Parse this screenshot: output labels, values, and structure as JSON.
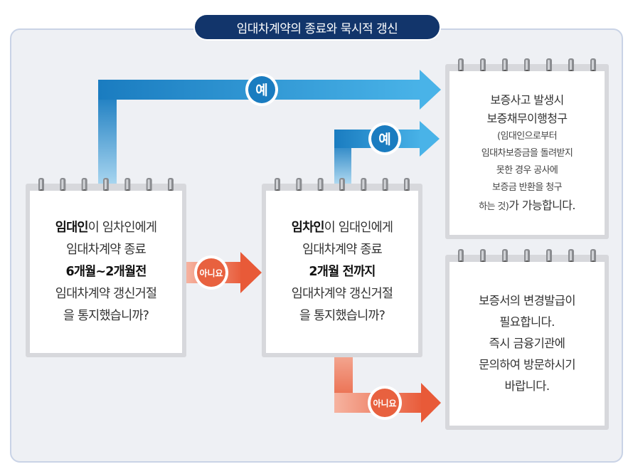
{
  "title": "임대차계약의 종료와 묵시적 갱신",
  "labels": {
    "yes": "예",
    "no": "아니요"
  },
  "box1": {
    "line1_bold": "임대인",
    "line1_rest": "이 임차인에게",
    "line2": "임대차계약 종료",
    "line3": "6개월~2개월전",
    "line4": "임대차계약 갱신거절",
    "line5": "을 통지했습니까?"
  },
  "box2": {
    "line1_bold": "임차인",
    "line1_rest": "이 임대인에게",
    "line2": "임대차계약 종료",
    "line3": "2개월 전까지",
    "line4": "임대차계약 갱신거절",
    "line5": "을 통지했습니까?"
  },
  "result1": {
    "line1": "보증사고 발생시",
    "line2": "보증채무이행청구",
    "line3": "(임대인으로부터",
    "line4": "임대차보증금을 돌려받지",
    "line5": "못한 경우 공사에",
    "line6": "보증금 반환을 청구",
    "line7_small": "하는 것)",
    "line7_rest": "가 가능합니다."
  },
  "result2": {
    "line1": "보증서의 변경발급이",
    "line2": "필요합니다.",
    "line3": "즉시 금융기관에",
    "line4": "문의하여 방문하시기",
    "line5": "바랍니다."
  },
  "colors": {
    "yes_blue": "#1a88c9",
    "no_orange": "#ec6b4c",
    "title_navy": "#12356b"
  }
}
